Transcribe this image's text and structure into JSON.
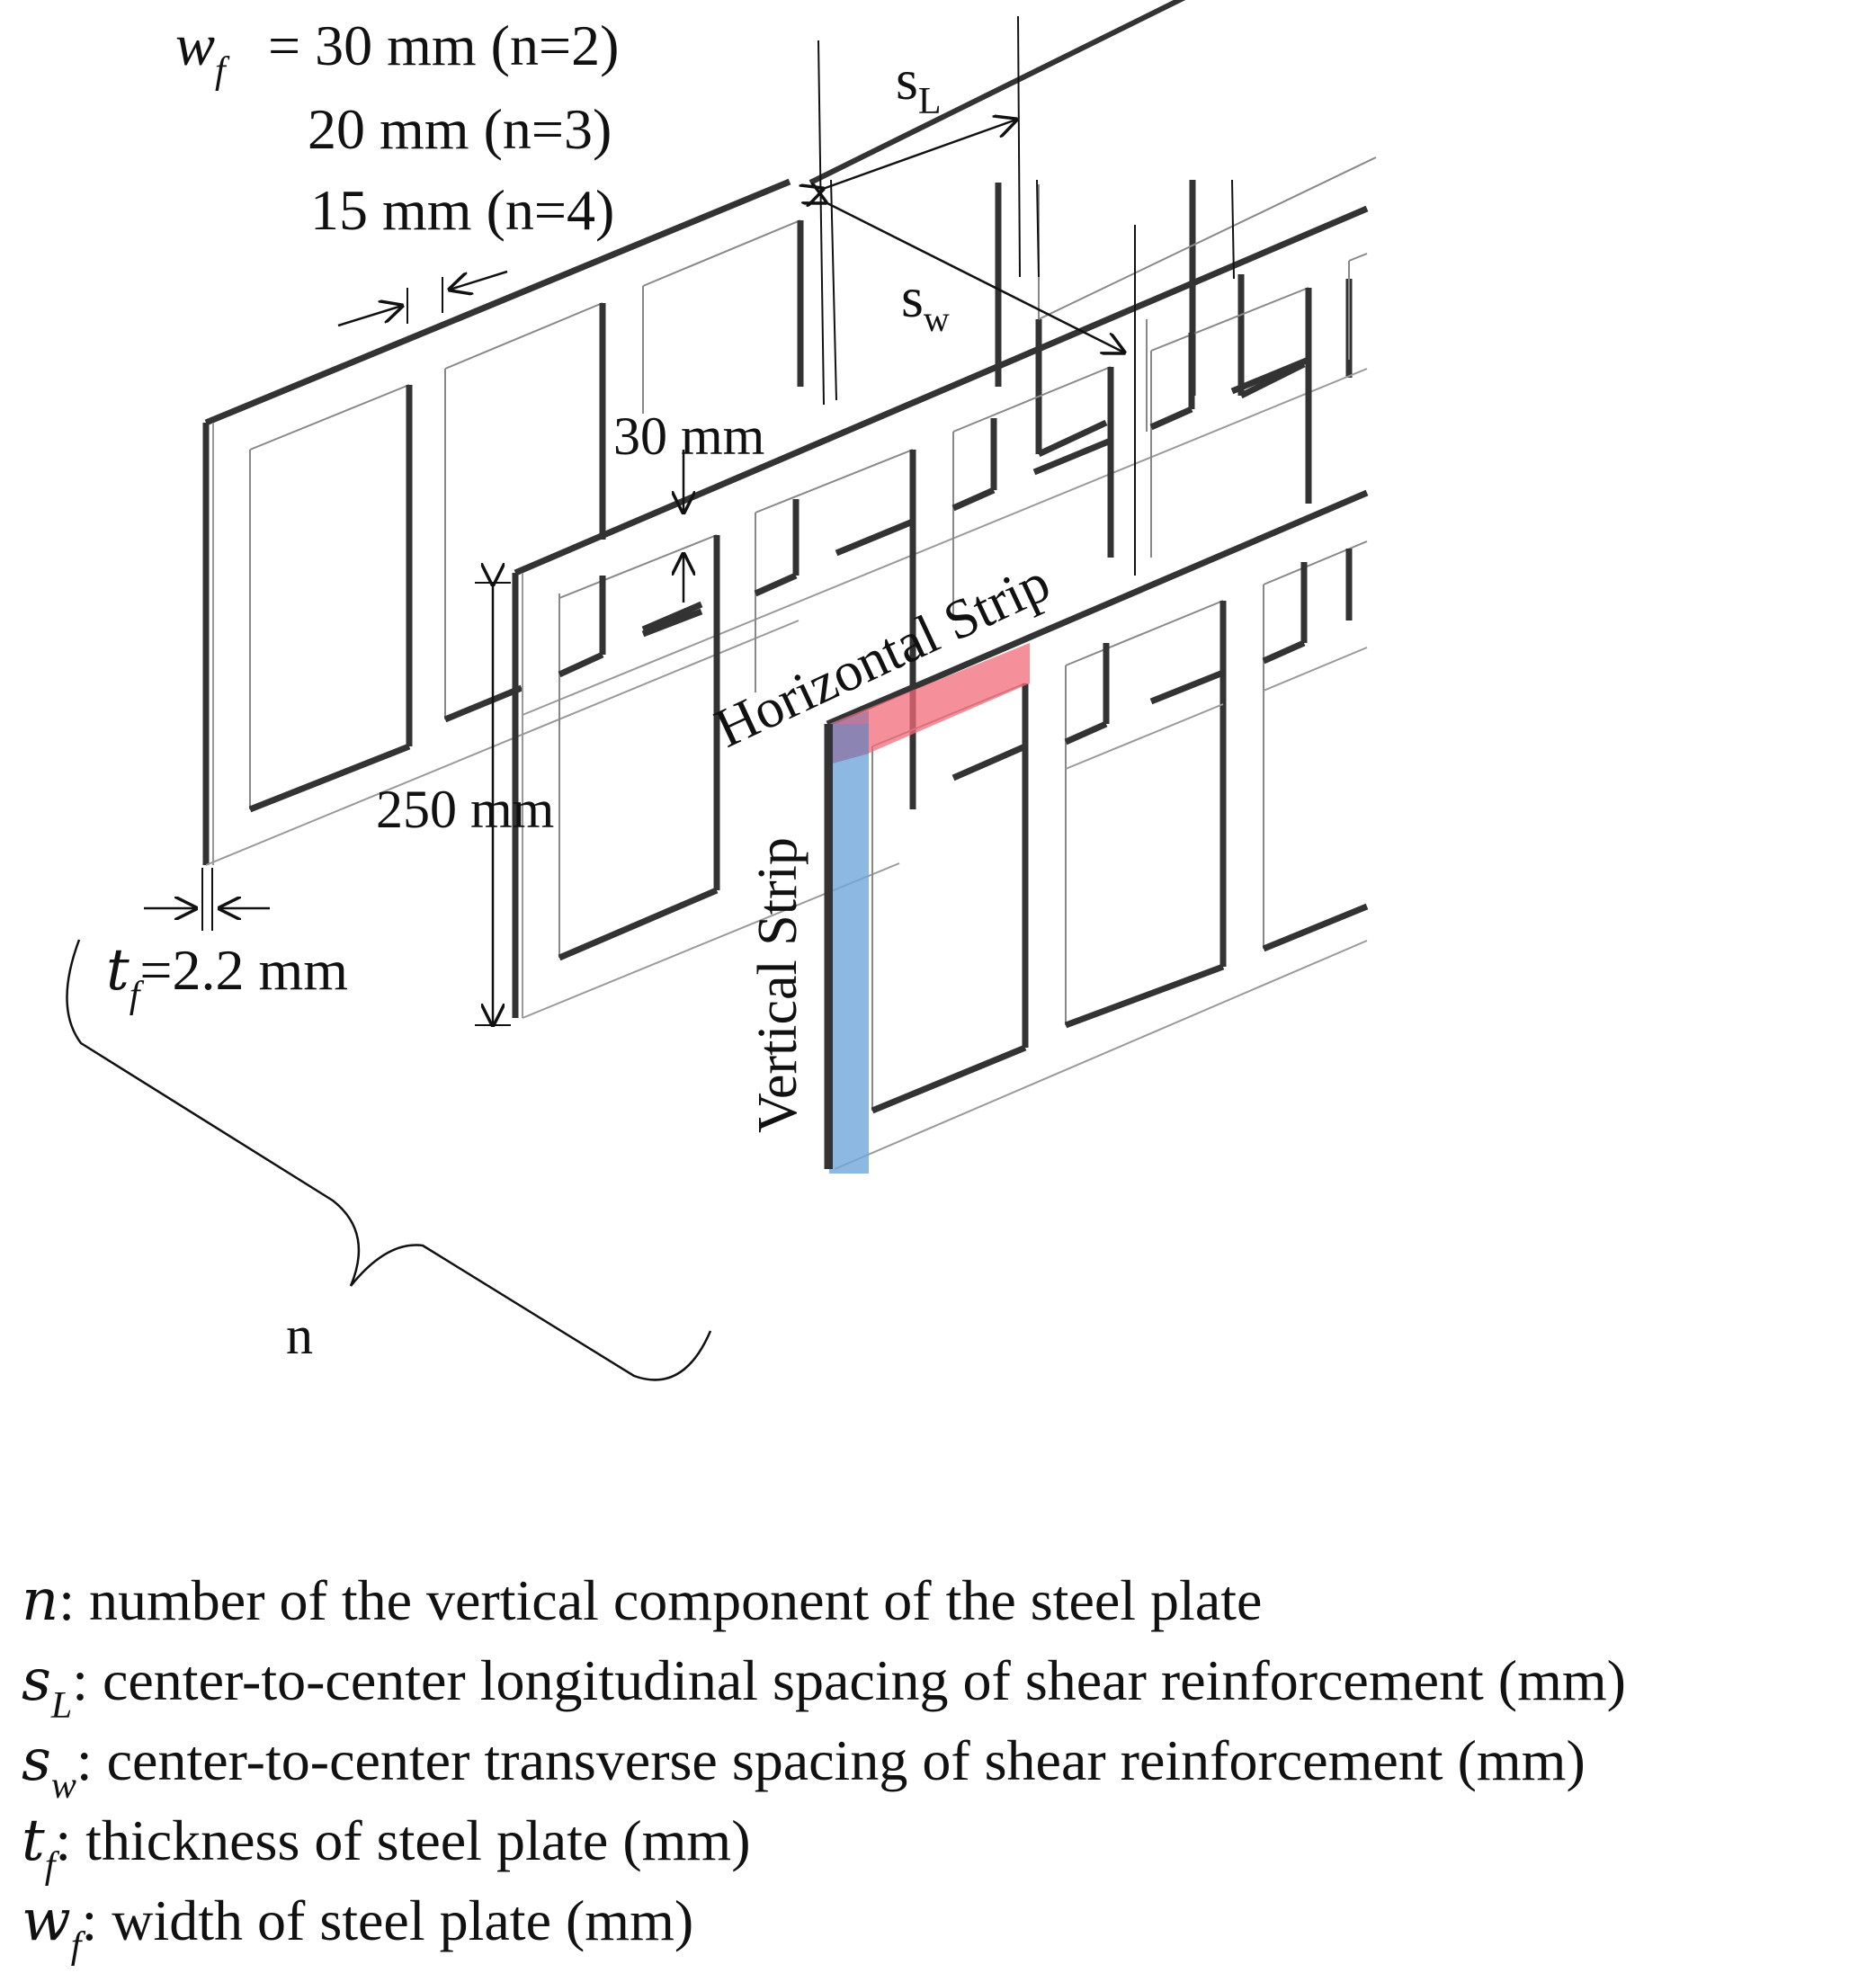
{
  "dimensions": {
    "wf_symbol": "w",
    "wf_sub": "f",
    "wf_line1": "= 30 mm (n=2)",
    "wf_line2": "20 mm (n=3)",
    "wf_line3": "15 mm (n=4)",
    "sL_symbol": "s",
    "sL_sub": "L",
    "sW_symbol": "s",
    "sW_sub": "w",
    "strip_height": "30 mm",
    "panel_height": "250 mm",
    "tf_symbol": "t",
    "tf_sub": "f",
    "tf_value": "=2.2 mm",
    "n_label": "n"
  },
  "strips": {
    "horizontal": "Horizontal Strip",
    "vertical": "Vertical Strip",
    "horizontal_color": "#f26b78",
    "vertical_color": "#6fa6d9"
  },
  "legend": [
    {
      "symbol": "n",
      "sub": "",
      "text": ": number of the vertical component of the steel plate"
    },
    {
      "symbol": "s",
      "sub": "L",
      "text": ": center-to-center longitudinal spacing of shear reinforcement (mm)"
    },
    {
      "symbol": "s",
      "sub": "w",
      "text": ": center-to-center transverse spacing of shear reinforcement (mm)"
    },
    {
      "symbol": "t",
      "sub": "f",
      "text": ": thickness of steel plate (mm)"
    },
    {
      "symbol": "w",
      "sub": "f",
      "text": ": width of steel plate (mm)"
    }
  ]
}
